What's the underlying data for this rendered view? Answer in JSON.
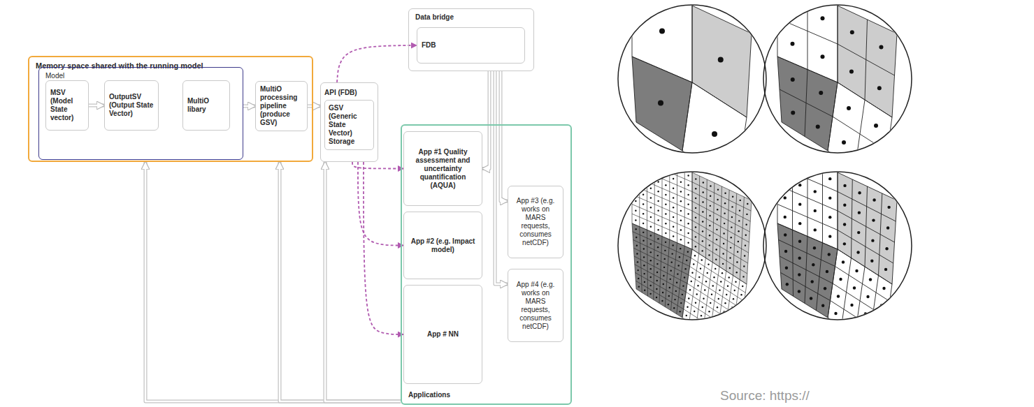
{
  "diagram": {
    "nodes": [
      {
        "text": [
          "Memory space shared with the running model"
        ]
      },
      {
        "text": [
          "Model"
        ],
        "in": 0
      },
      {
        "text": [
          "MSV (Model State vector)"
        ],
        "in": 1
      },
      {
        "text": [
          "OutputSV (Output State Vector)"
        ],
        "in": 1
      },
      {
        "text": [
          "MultiO libary"
        ],
        "in": 1
      },
      {
        "text": [
          "MultiO processing pipeline (produce GSV)"
        ],
        "in": 0
      },
      {
        "text": [
          "API (FDB)",
          "GSV (Generic State Vector) Storage"
        ]
      },
      {
        "text": [
          "Data bridge"
        ]
      },
      {
        "text": [
          "FDB"
        ],
        "in": 7
      },
      {
        "text": [
          "Applications"
        ]
      },
      {
        "text": [
          "App #1 Quality assessment and uncertainty quantification (AQUA)"
        ],
        "in": 9
      },
      {
        "text": [
          "App #2 (e.g. Impact model)"
        ],
        "in": 9
      },
      {
        "text": [
          "App # NN"
        ],
        "in": 9
      },
      {
        "text": [
          "App #3 (e.g. works on MARS requests, consumes netCDF)"
        ],
        "in": 9
      },
      {
        "text": [
          "App #4 (e.g. works on MARS requests, consumes netCDF)"
        ],
        "in": 9
      }
    ],
    "edges": [
      {
        "from": 2,
        "to": 3,
        "arrow": "to"
      },
      {
        "from": 1,
        "to": 5,
        "arrow": "to"
      },
      {
        "from": 5,
        "to": 6,
        "arrow": "to"
      },
      {
        "from": 6,
        "to": 8,
        "arrow": "to"
      },
      {
        "from": 6,
        "to": 10,
        "arrow": "to"
      },
      {
        "from": 6,
        "to": 11,
        "arrow": "to"
      },
      {
        "from": 6,
        "to": 12,
        "arrow": "to"
      },
      {
        "from": 7,
        "to": 10,
        "arrow": "to"
      },
      {
        "from": 7,
        "to": 13,
        "arrow": "to"
      },
      {
        "from": 7,
        "to": 14,
        "arrow": "to"
      },
      {
        "from": 9,
        "to": 0,
        "arrow": "to"
      },
      {
        "from": 9,
        "to": 0,
        "arrow": "to"
      },
      {
        "from": 9,
        "to": 6,
        "arrow": "to"
      }
    ],
    "labels": [
      "Source: https://"
    ]
  }
}
